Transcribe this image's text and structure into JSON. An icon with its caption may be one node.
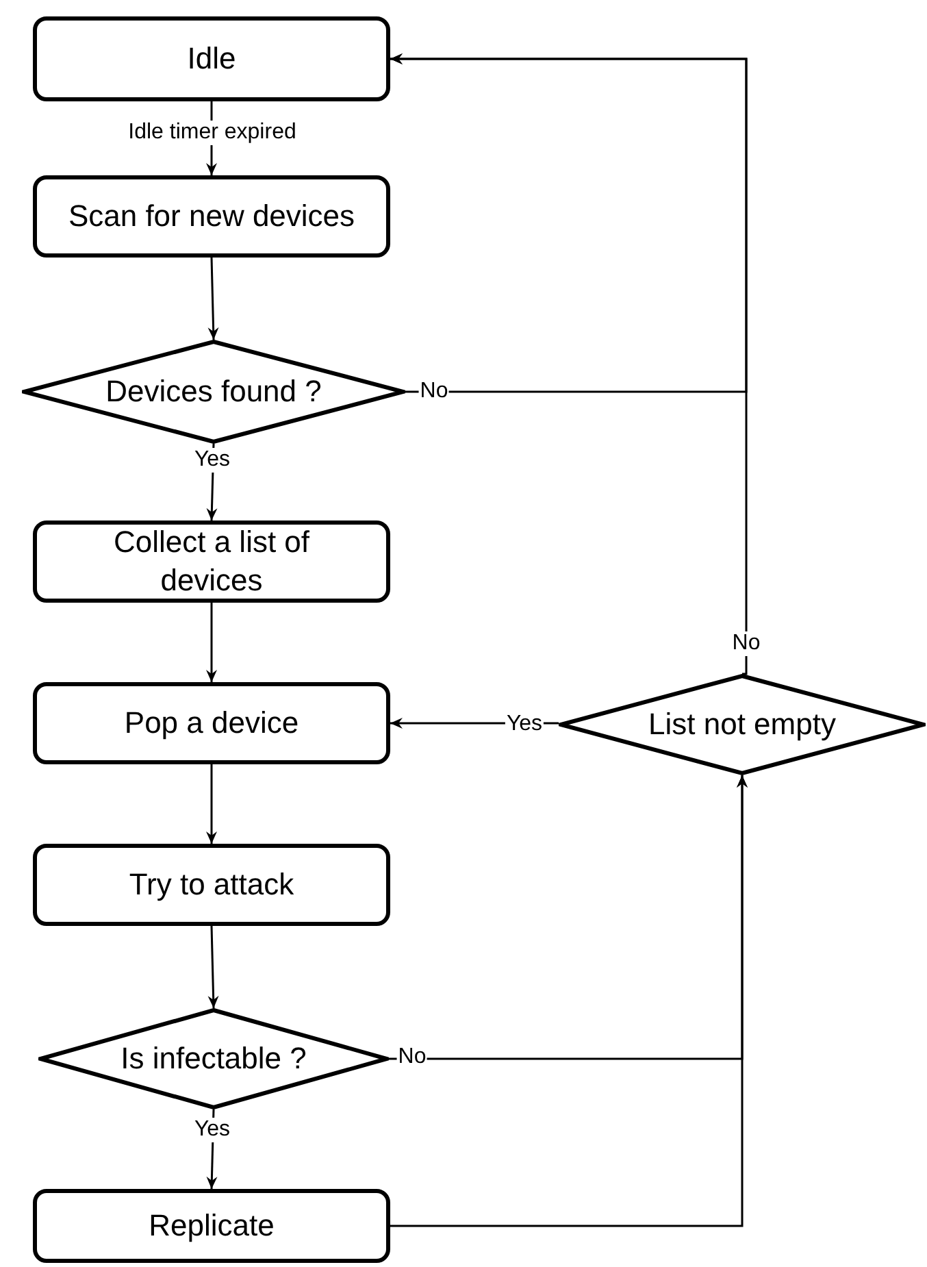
{
  "diagram": {
    "nodes": [
      {
        "text": [
          "Idle"
        ]
      },
      {
        "text": [
          "Scan for new devices"
        ]
      },
      {
        "text": [
          "Devices found ?"
        ]
      },
      {
        "text": [
          "Collect a list of devices"
        ]
      },
      {
        "text": [
          "Pop a device"
        ]
      },
      {
        "text": [
          "Try to attack"
        ]
      },
      {
        "text": [
          "Is infectable ?"
        ]
      },
      {
        "text": [
          "Replicate"
        ]
      },
      {
        "text": [
          "List not empty"
        ]
      }
    ],
    "edges": [
      {
        "from": 0,
        "to": 1,
        "arrow": "to",
        "label": "Idle timer expired"
      },
      {
        "from": 1,
        "to": 2,
        "arrow": "to"
      },
      {
        "from": 2,
        "to": 3,
        "arrow": "to",
        "label": "Yes"
      },
      {
        "from": 2,
        "to": 0,
        "arrow": "to",
        "label": "No"
      },
      {
        "from": 3,
        "to": 4,
        "arrow": "to"
      },
      {
        "from": 4,
        "to": 5,
        "arrow": "to"
      },
      {
        "from": 5,
        "to": 6,
        "arrow": "to"
      },
      {
        "from": 6,
        "to": 7,
        "arrow": "to",
        "label": "Yes"
      },
      {
        "from": 6,
        "to": 8,
        "arrow": "to",
        "label": "No"
      },
      {
        "from": 7,
        "to": 8,
        "arrow": "to"
      },
      {
        "from": 8,
        "to": 4,
        "arrow": "to",
        "label": "Yes"
      },
      {
        "from": 8,
        "to": 0,
        "arrow": "to",
        "label": "No"
      }
    ]
  }
}
